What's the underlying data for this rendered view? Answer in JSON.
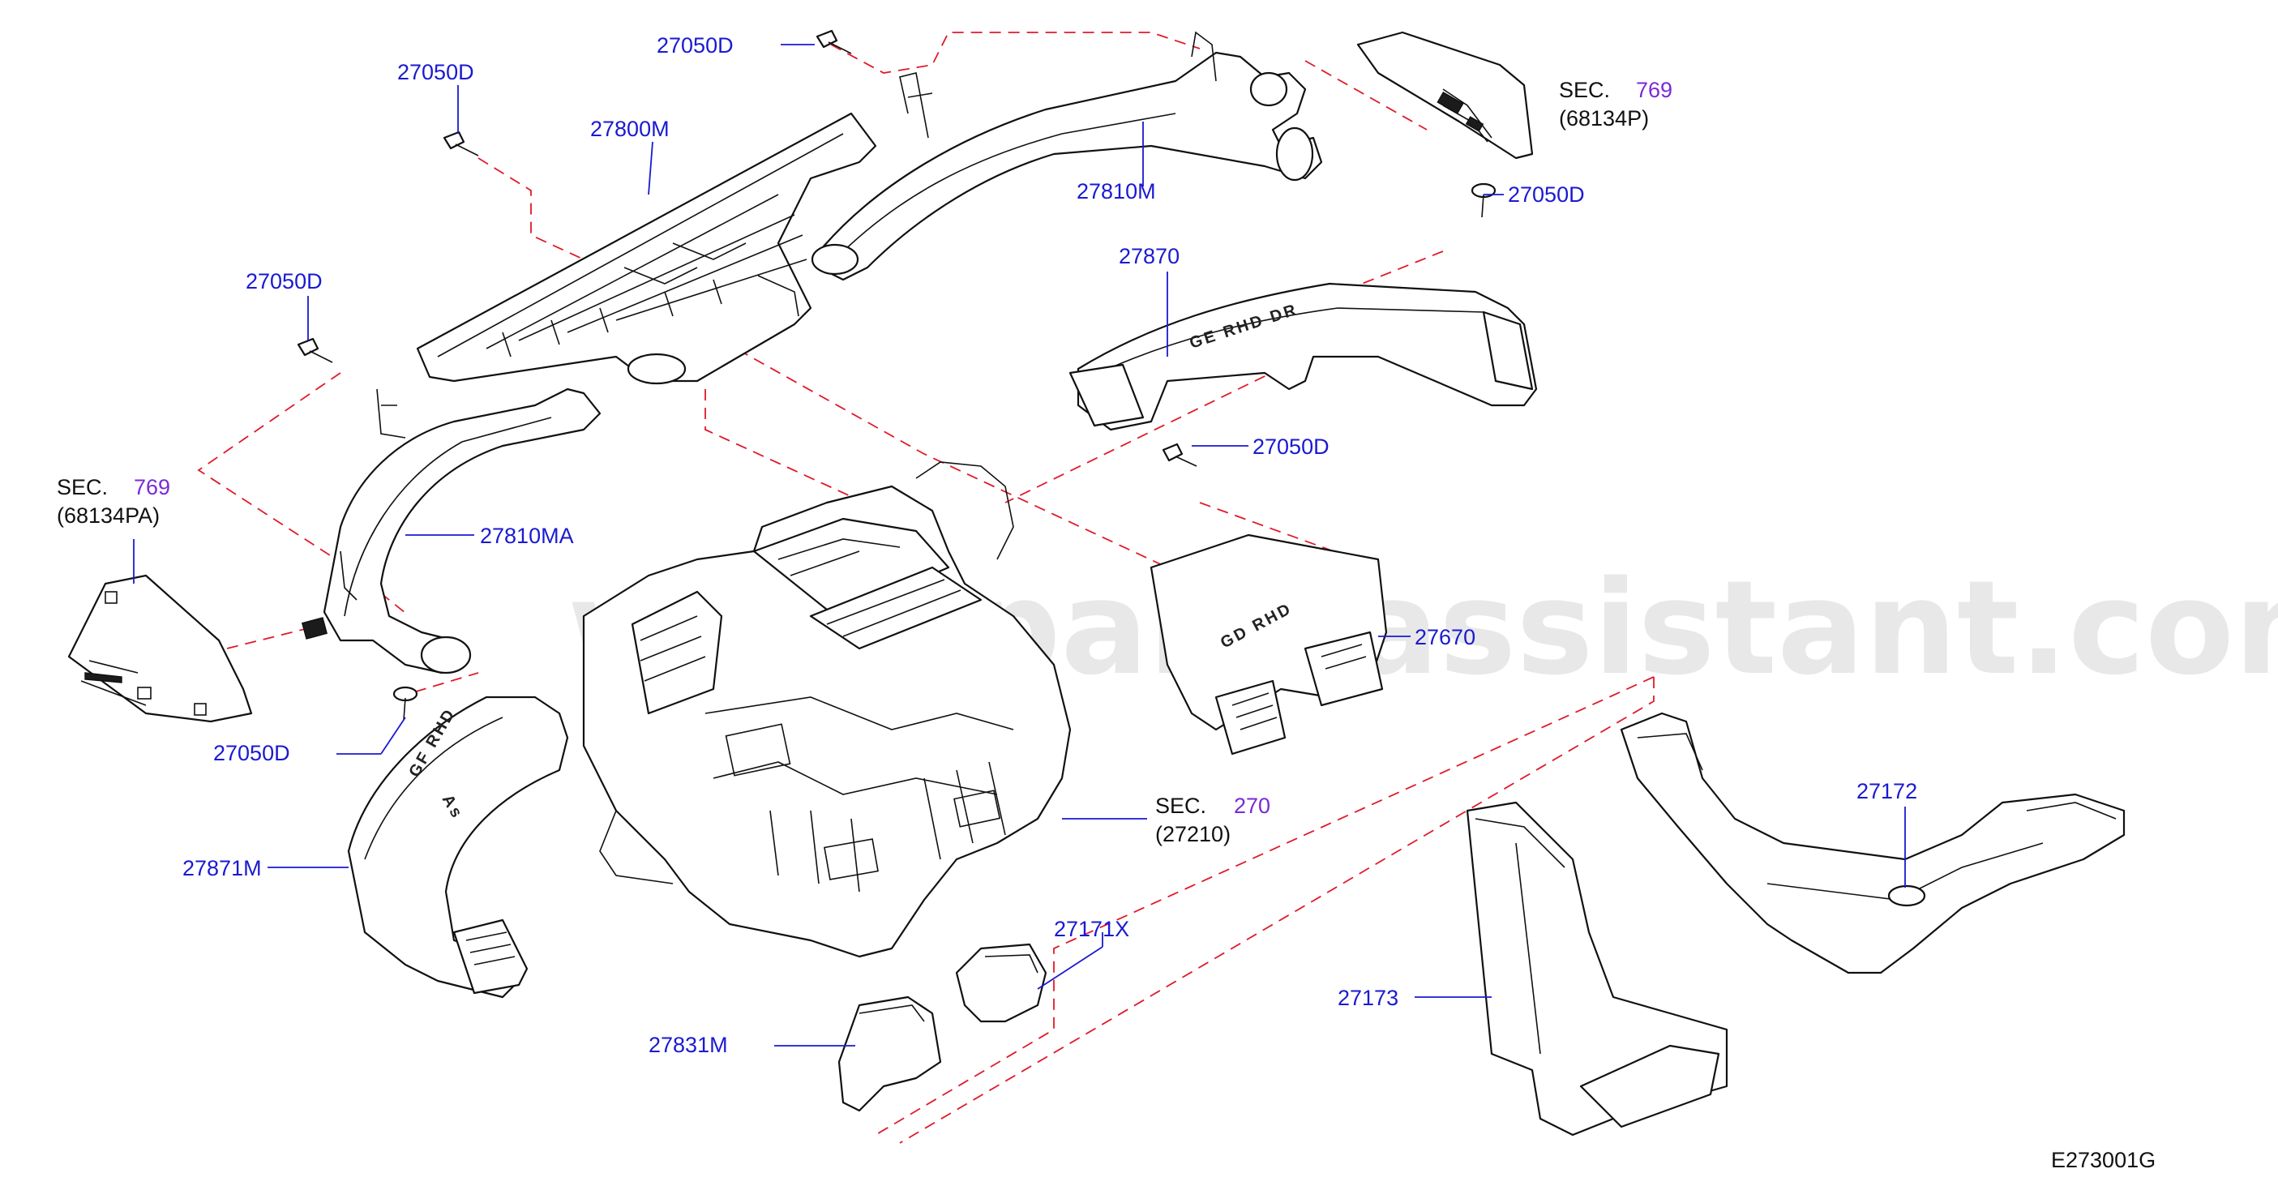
{
  "diagram": {
    "code": "E273001G",
    "watermark": "www.partsassistant.com",
    "callouts": {
      "bolt_top_center": "27050D",
      "bolt_top_left": "27050D",
      "bolt_left": "27050D",
      "bolt_right_top": "27050D",
      "bolt_right_mid": "27050D",
      "bolt_bottom_left": "27050D",
      "duct_27800M": "27800M",
      "duct_27810M": "27810M",
      "duct_27810MA": "27810MA",
      "duct_27870": "27870",
      "duct_27670": "27670",
      "duct_27871M": "27871M",
      "duct_27831M": "27831M",
      "duct_27171X": "27171X",
      "duct_27172": "27172",
      "duct_27173": "27173"
    },
    "sections": {
      "sec_769_right": {
        "prefix": "SEC.",
        "number": "769",
        "ref": "(68134P)"
      },
      "sec_769_left": {
        "prefix": "SEC.",
        "number": "769",
        "ref": "(68134PA)"
      },
      "sec_270": {
        "prefix": "SEC.",
        "number": "270",
        "ref": "(27210)"
      }
    },
    "embossed": {
      "duct_27870": "GE RHD DR",
      "duct_27670": "GD RHD",
      "duct_27871M_a": "GF RHD",
      "duct_27871M_b": "As"
    },
    "colors": {
      "label": "#1a1ad2",
      "section_number": "#7a2ad6",
      "dashed_line": "#e01a2a",
      "line_art": "#111111"
    }
  }
}
